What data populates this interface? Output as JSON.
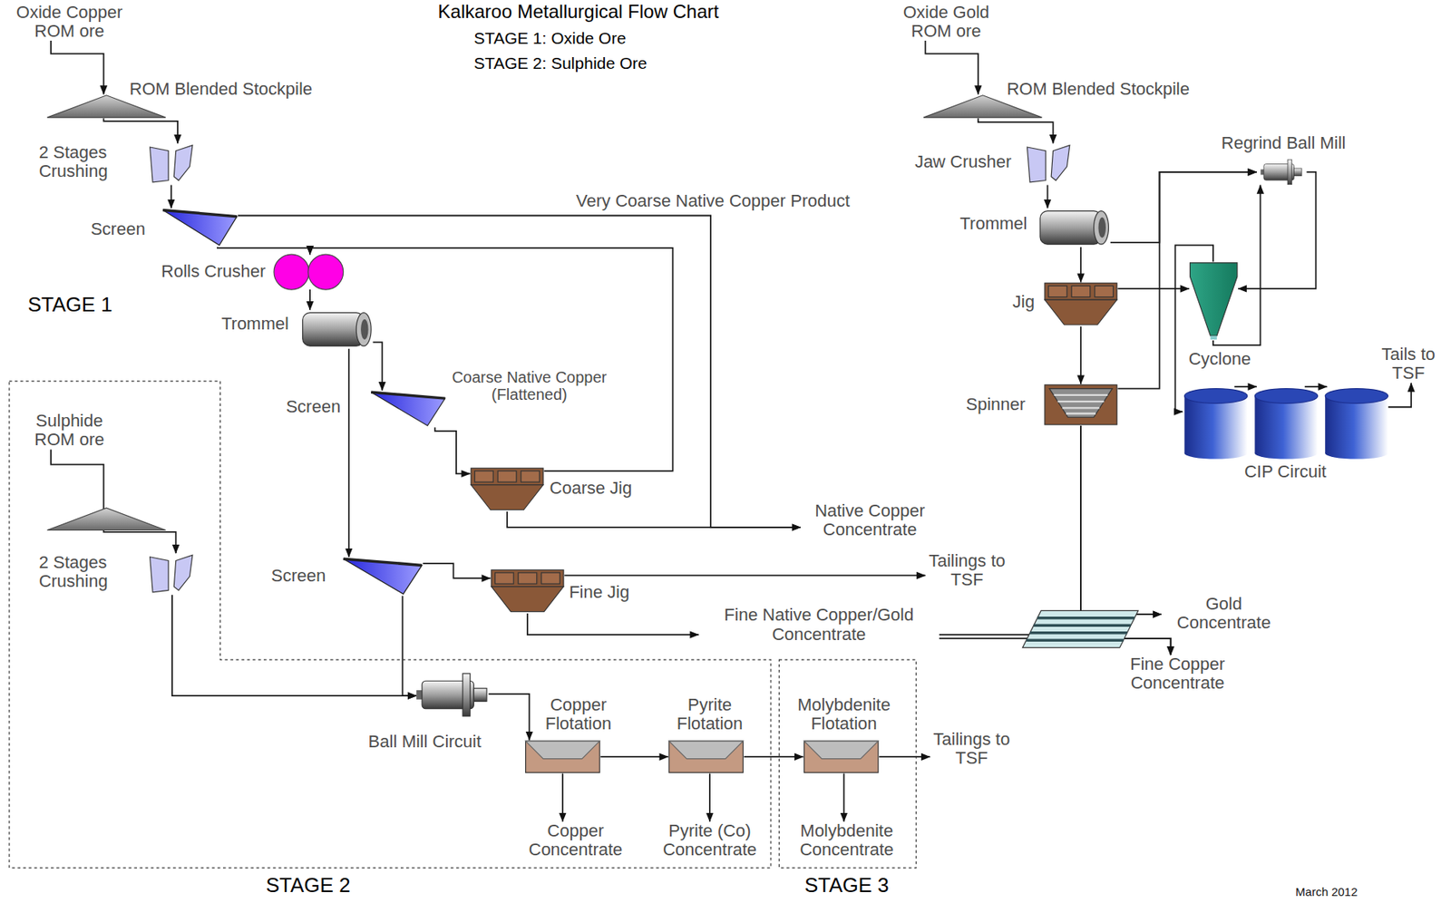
{
  "diagram": {
    "title": "Kalkaroo Metallurgical Flow Chart",
    "nodes": [
      {
        "text": [
          "Oxide Copper ROM ore"
        ]
      },
      {
        "text": [
          "ROM Blended Stockpile"
        ]
      },
      {
        "text": [
          "2 Stages Crushing"
        ]
      },
      {
        "text": [
          "Screen"
        ]
      },
      {
        "text": [
          "Rolls Crusher"
        ]
      },
      {
        "text": [
          "Trommel"
        ]
      },
      {
        "text": [
          "Screen"
        ]
      },
      {
        "text": [
          "Coarse Jig"
        ]
      },
      {
        "text": [
          "Native Copper Concentrate"
        ]
      },
      {
        "text": [
          "Screen"
        ]
      },
      {
        "text": [
          "Fine Jig"
        ]
      },
      {
        "text": [
          "Tailings to TSF"
        ]
      },
      {
        "text": [
          "Fine Native Copper/Gold Concentrate"
        ]
      },
      {
        "text": [
          "Sulphide ROM ore"
        ]
      },
      {
        "text": [
          "2 Stages Crushing"
        ]
      },
      {
        "text": [
          "Ball Mill Circuit"
        ]
      },
      {
        "text": [
          "Copper Flotation"
        ]
      },
      {
        "text": [
          "Copper Concentrate"
        ]
      },
      {
        "text": [
          "Pyrite Flotation"
        ]
      },
      {
        "text": [
          "Pyrite (Co) Concentrate"
        ]
      },
      {
        "text": [
          "Molybdenite Flotation"
        ]
      },
      {
        "text": [
          "Molybdenite Concentrate"
        ]
      },
      {
        "text": [
          "Tailings to TSF"
        ]
      },
      {
        "text": [
          "Oxide Gold ROM ore"
        ]
      },
      {
        "text": [
          "ROM Blended Stockpile"
        ]
      },
      {
        "text": [
          "Jaw Crusher"
        ]
      },
      {
        "text": [
          "Trommel"
        ]
      },
      {
        "text": [
          "Regrind Ball Mill"
        ]
      },
      {
        "text": [
          "Jig"
        ]
      },
      {
        "text": [
          "Cyclone"
        ]
      },
      {
        "text": [
          "Spinner"
        ]
      },
      {
        "text": [
          "CIP Circuit"
        ]
      },
      {
        "text": [
          "Tails to TSF"
        ]
      },
      {
        "text": [
          "Gold Concentrate"
        ]
      },
      {
        "text": [
          "Fine Copper Concentrate"
        ]
      }
    ],
    "edges": [
      {
        "from": 0,
        "to": 1,
        "arrow": "to"
      },
      {
        "from": 1,
        "to": 2,
        "arrow": "to"
      },
      {
        "from": 2,
        "to": 3,
        "arrow": "to"
      },
      {
        "from": 3,
        "to": 8,
        "label": "Very Coarse Native Copper Product",
        "arrow": "to"
      },
      {
        "from": 3,
        "to": 4,
        "arrow": "to"
      },
      {
        "from": 4,
        "to": 5,
        "arrow": "to"
      },
      {
        "from": 5,
        "to": 6,
        "arrow": "to"
      },
      {
        "from": 5,
        "to": 9,
        "arrow": "to"
      },
      {
        "from": 6,
        "to": 7,
        "arrow": "to"
      },
      {
        "from": 7,
        "to": 8,
        "arrow": "to"
      },
      {
        "from": 7,
        "to": 4,
        "arrow": "to"
      },
      {
        "from": 9,
        "to": 10,
        "arrow": "to"
      },
      {
        "from": 9,
        "to": 15,
        "arrow": "to"
      },
      {
        "from": 10,
        "to": 11,
        "arrow": "to"
      },
      {
        "from": 10,
        "to": 12,
        "arrow": "to"
      },
      {
        "from": 12,
        "to": 33,
        "arrow": "to"
      },
      {
        "from": 12,
        "to": 34,
        "arrow": "to"
      },
      {
        "from": 13,
        "to": 14,
        "arrow": "to"
      },
      {
        "from": 14,
        "to": 15,
        "arrow": "to"
      },
      {
        "from": 15,
        "to": 16,
        "arrow": "to"
      },
      {
        "from": 16,
        "to": 17,
        "arrow": "to"
      },
      {
        "from": 16,
        "to": 18,
        "arrow": "to"
      },
      {
        "from": 18,
        "to": 19,
        "arrow": "to"
      },
      {
        "from": 18,
        "to": 20,
        "arrow": "to"
      },
      {
        "from": 20,
        "to": 21,
        "arrow": "to"
      },
      {
        "from": 20,
        "to": 22,
        "arrow": "to"
      },
      {
        "from": 23,
        "to": 24,
        "arrow": "to"
      },
      {
        "from": 24,
        "to": 25,
        "arrow": "to"
      },
      {
        "from": 25,
        "to": 26,
        "arrow": "to"
      },
      {
        "from": 26,
        "to": 28,
        "arrow": "to"
      },
      {
        "from": 26,
        "to": 27,
        "arrow": "to"
      },
      {
        "from": 28,
        "to": 30,
        "arrow": "to"
      },
      {
        "from": 30,
        "to": 27,
        "arrow": "to"
      },
      {
        "from": 28,
        "to": 29,
        "arrow": "to"
      },
      {
        "from": 27,
        "to": 29,
        "arrow": "to"
      },
      {
        "from": 29,
        "to": 27,
        "arrow": "to"
      },
      {
        "from": 29,
        "to": 31,
        "arrow": "to"
      },
      {
        "from": 31,
        "to": 32,
        "arrow": "to"
      },
      {
        "from": 30,
        "to": 33,
        "arrow": "to"
      },
      {
        "from": 30,
        "to": 34,
        "arrow": "to"
      }
    ],
    "labels": [
      "STAGE 1: Oxide Ore",
      "STAGE 2: Sulphide Ore",
      "STAGE 1",
      "Coarse Native Copper (Flattened)",
      "STAGE 2",
      "STAGE 3",
      "March 2012"
    ]
  }
}
